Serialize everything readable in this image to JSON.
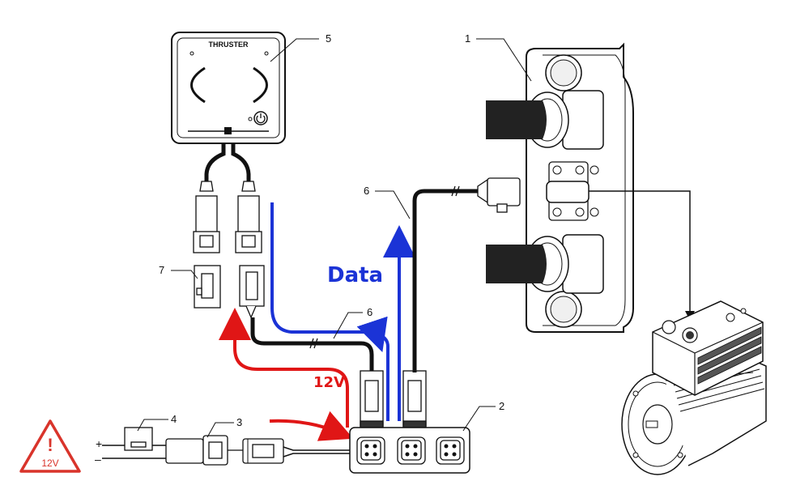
{
  "panel": {
    "logo": "THRUSTER"
  },
  "callouts": [
    {
      "id": "1",
      "label": "1"
    },
    {
      "id": "2",
      "label": "2"
    },
    {
      "id": "3",
      "label": "3"
    },
    {
      "id": "4",
      "label": "4"
    },
    {
      "id": "5",
      "label": "5"
    },
    {
      "id": "6a",
      "label": "6"
    },
    {
      "id": "6b",
      "label": "6"
    },
    {
      "id": "7",
      "label": "7"
    }
  ],
  "annotations": {
    "data": "Data",
    "power": "12V"
  },
  "battery": {
    "plus": "+",
    "minus": "–",
    "warning_symbol": "!",
    "warning_voltage": "12V"
  },
  "colors": {
    "line": "#111111",
    "data_arrow": "#1b33d6",
    "power_arrow": "#e01616",
    "warning": "#d9342b",
    "fill": "#ffffff",
    "shade": "#d8d8d8"
  },
  "icons": {
    "power_button": "power-icon",
    "warning": "warning-triangle-icon"
  }
}
